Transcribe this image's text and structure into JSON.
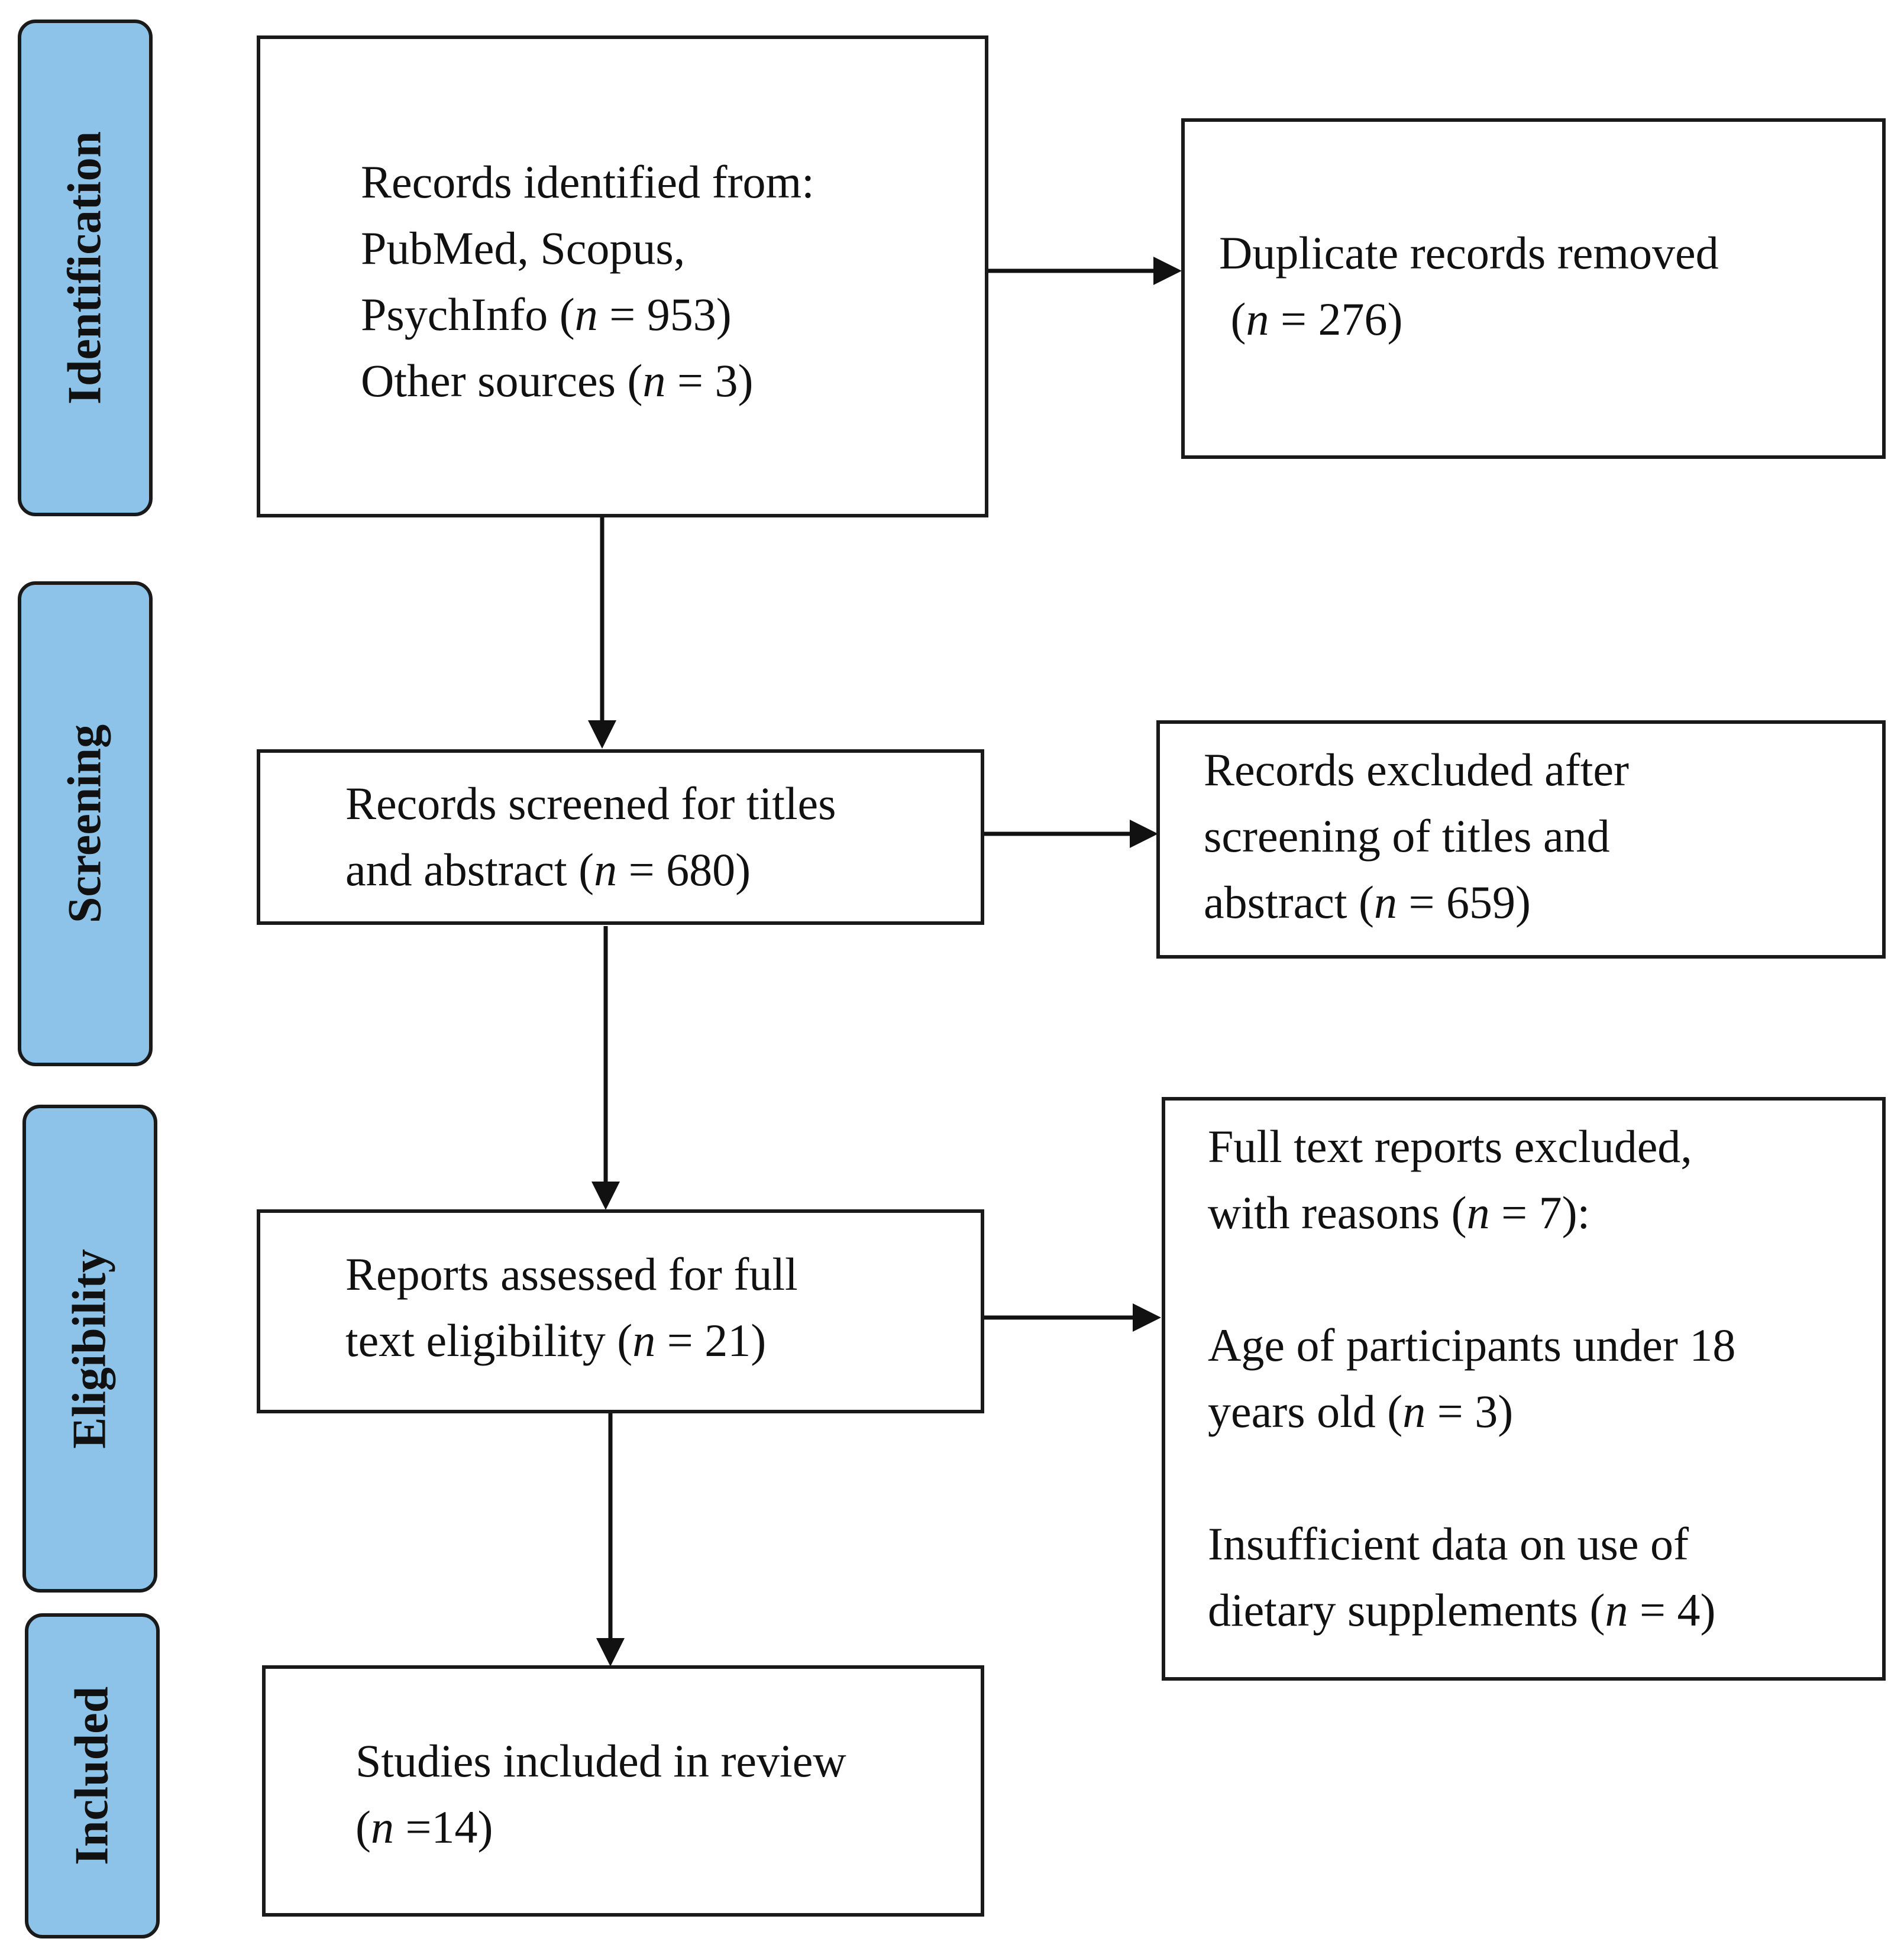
{
  "phases": {
    "identification": "Identification",
    "screening": "Screening",
    "eligibility": "Eligibility",
    "included": "Included"
  },
  "boxes": {
    "records_identified": {
      "lines": [
        "Records identified from:",
        "PubMed, Scopus,",
        "PsychInfo (n = 953)",
        "Other sources (n = 3)"
      ]
    },
    "duplicates_removed": {
      "lines": [
        "Duplicate records removed",
        " (n = 276)"
      ]
    },
    "records_screened": {
      "lines": [
        "Records screened for titles",
        "and abstract (n = 680)"
      ]
    },
    "records_excluded": {
      "lines": [
        "Records excluded after",
        "screening of titles and",
        "abstract (n = 659)"
      ]
    },
    "reports_assessed": {
      "lines": [
        "Reports assessed for full",
        "text eligibility (n = 21)"
      ]
    },
    "reports_excluded": {
      "lines": [
        "Full text reports excluded,",
        "with reasons (n = 7):",
        "",
        "Age of participants under 18",
        "years old (n = 3)",
        "",
        "Insufficient data on use of",
        "dietary supplements (n = 4)"
      ]
    },
    "studies_included": {
      "lines": [
        "Studies included in review",
        "(n =14)"
      ]
    }
  }
}
